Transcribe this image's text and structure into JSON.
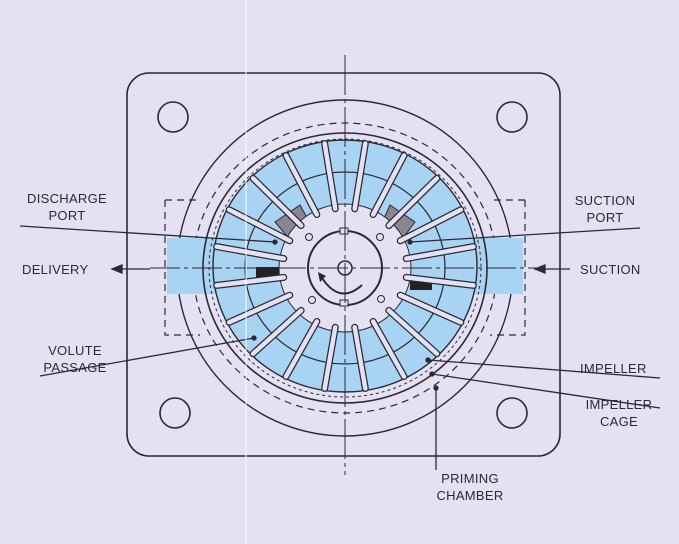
{
  "labels": {
    "discharge_port": [
      "DISCHARGE",
      "PORT"
    ],
    "delivery": "DELIVERY",
    "volute_passage": [
      "VOLUTE",
      "PASSAGE"
    ],
    "suction_port": [
      "SUCTION",
      "PORT"
    ],
    "suction": "SUCTION",
    "impeller": "IMPELLER",
    "impeller_cage": [
      "IMPELLER",
      "CAGE"
    ],
    "priming_chamber": [
      "PRIMING",
      "CHAMBER"
    ]
  },
  "colors": {
    "background": "#e4e1f3",
    "fluid": "#a9d3f2",
    "line": "#2a2a35",
    "port": "#8a8690"
  }
}
